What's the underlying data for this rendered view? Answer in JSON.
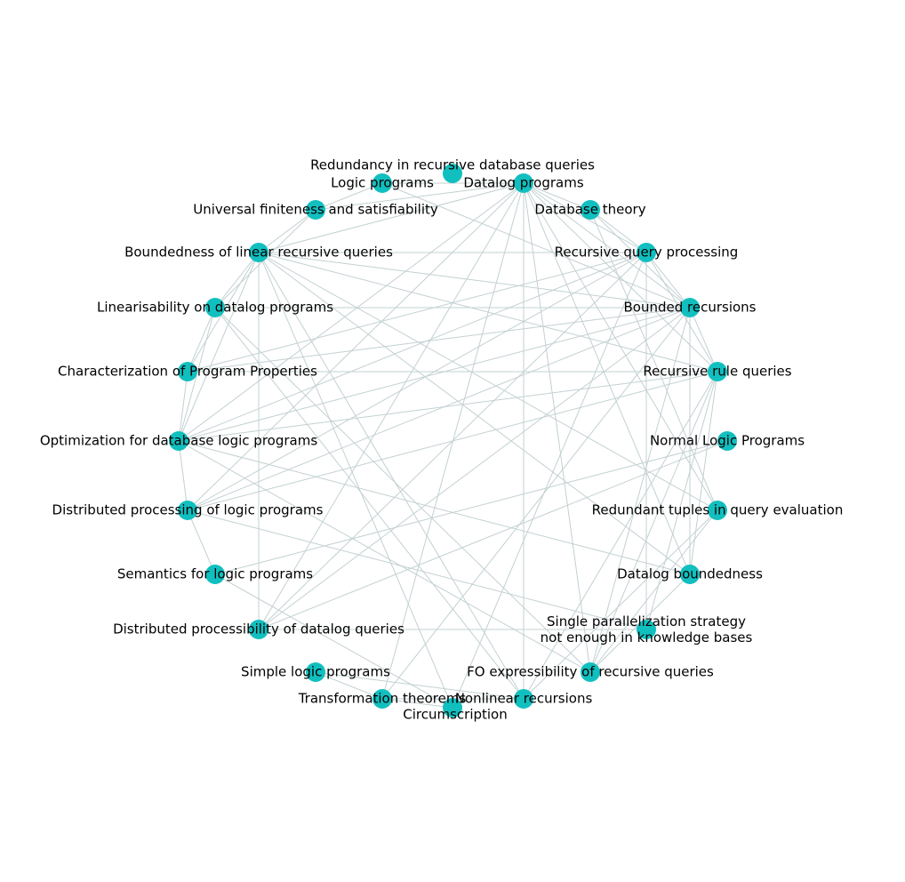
{
  "graph": {
    "node_color": "#11bfbf",
    "edge_color": "#c3d0d2",
    "label_color": "#000000",
    "nodes": [
      {
        "id": "redundancy",
        "label": "Redundancy in recursive database queries"
      },
      {
        "id": "datalog",
        "label": "Datalog programs"
      },
      {
        "id": "dbtheory",
        "label": "Database theory"
      },
      {
        "id": "rqp",
        "label": "Recursive query processing"
      },
      {
        "id": "bounded",
        "label": "Bounded recursions"
      },
      {
        "id": "rrq",
        "label": "Recursive rule queries"
      },
      {
        "id": "nlp",
        "label": "Normal Logic Programs"
      },
      {
        "id": "rtqe",
        "label": "Redundant tuples in query evaluation"
      },
      {
        "id": "dbound",
        "label": "Datalog boundedness"
      },
      {
        "id": "single",
        "label": [
          "Single parallelization strategy",
          "not enough in knowledge bases"
        ]
      },
      {
        "id": "fo",
        "label": "FO expressibility of recursive queries"
      },
      {
        "id": "nonlinear",
        "label": "Nonlinear recursions"
      },
      {
        "id": "circ",
        "label": "Circumscription"
      },
      {
        "id": "transf",
        "label": "Transformation theorems"
      },
      {
        "id": "simple",
        "label": "Simple logic programs"
      },
      {
        "id": "dpdq",
        "label": "Distributed processibility of datalog queries"
      },
      {
        "id": "semantics",
        "label": "Semantics for logic programs"
      },
      {
        "id": "dplp",
        "label": "Distributed processing of logic programs"
      },
      {
        "id": "optim",
        "label": "Optimization for database logic programs"
      },
      {
        "id": "charact",
        "label": "Characterization of Program Properties"
      },
      {
        "id": "linear",
        "label": "Linearisability on datalog programs"
      },
      {
        "id": "blrq",
        "label": "Boundedness of linear recursive queries"
      },
      {
        "id": "univ",
        "label": "Universal finiteness and satisfiability"
      },
      {
        "id": "logic",
        "label": "Logic programs"
      }
    ],
    "edges": [
      [
        "datalog",
        "logic"
      ],
      [
        "datalog",
        "dbtheory"
      ],
      [
        "datalog",
        "rqp"
      ],
      [
        "datalog",
        "bounded"
      ],
      [
        "datalog",
        "rrq"
      ],
      [
        "datalog",
        "rtqe"
      ],
      [
        "datalog",
        "dbound"
      ],
      [
        "datalog",
        "fo"
      ],
      [
        "datalog",
        "nonlinear"
      ],
      [
        "datalog",
        "transf"
      ],
      [
        "datalog",
        "dpdq"
      ],
      [
        "datalog",
        "dplp"
      ],
      [
        "datalog",
        "optim"
      ],
      [
        "datalog",
        "blrq"
      ],
      [
        "datalog",
        "univ"
      ],
      [
        "dbtheory",
        "bounded"
      ],
      [
        "dbtheory",
        "rqp"
      ],
      [
        "dbtheory",
        "rtqe"
      ],
      [
        "rqp",
        "bounded"
      ],
      [
        "rqp",
        "rrq"
      ],
      [
        "rqp",
        "optim"
      ],
      [
        "rqp",
        "dplp"
      ],
      [
        "rqp",
        "blrq"
      ],
      [
        "rqp",
        "circ"
      ],
      [
        "rqp",
        "charact"
      ],
      [
        "rqp",
        "dpdq"
      ],
      [
        "rqp",
        "single"
      ],
      [
        "bounded",
        "rrq"
      ],
      [
        "bounded",
        "blrq"
      ],
      [
        "bounded",
        "linear"
      ],
      [
        "bounded",
        "optim"
      ],
      [
        "bounded",
        "dbound"
      ],
      [
        "bounded",
        "fo"
      ],
      [
        "bounded",
        "dpdq"
      ],
      [
        "bounded",
        "transf"
      ],
      [
        "bounded",
        "charact"
      ],
      [
        "bounded",
        "dplp"
      ],
      [
        "rrq",
        "blrq"
      ],
      [
        "rrq",
        "charact"
      ],
      [
        "rrq",
        "optim"
      ],
      [
        "rrq",
        "nonlinear"
      ],
      [
        "rrq",
        "single"
      ],
      [
        "rrq",
        "dplp"
      ],
      [
        "rrq",
        "dbound"
      ],
      [
        "rrq",
        "fo"
      ],
      [
        "nlp",
        "dpdq"
      ],
      [
        "nlp",
        "semantics"
      ],
      [
        "rtqe",
        "fo"
      ],
      [
        "rtqe",
        "blrq"
      ],
      [
        "rtqe",
        "nonlinear"
      ],
      [
        "dbound",
        "blrq"
      ],
      [
        "dbound",
        "optim"
      ],
      [
        "dbound",
        "fo"
      ],
      [
        "single",
        "dpdq"
      ],
      [
        "single",
        "dplp"
      ],
      [
        "single",
        "rqp"
      ],
      [
        "fo",
        "linear"
      ],
      [
        "fo",
        "optim"
      ],
      [
        "nonlinear",
        "blrq"
      ],
      [
        "nonlinear",
        "linear"
      ],
      [
        "nonlinear",
        "simple"
      ],
      [
        "circ",
        "transf"
      ],
      [
        "circ",
        "blrq"
      ],
      [
        "circ",
        "semantics"
      ],
      [
        "transf",
        "simple"
      ],
      [
        "transf",
        "nonlinear"
      ],
      [
        "dpdq",
        "blrq"
      ],
      [
        "dplp",
        "semantics"
      ],
      [
        "dplp",
        "optim"
      ],
      [
        "optim",
        "charact"
      ],
      [
        "optim",
        "linear"
      ],
      [
        "optim",
        "blrq"
      ],
      [
        "charact",
        "blrq"
      ],
      [
        "charact",
        "linear"
      ],
      [
        "linear",
        "blrq"
      ],
      [
        "linear",
        "univ"
      ],
      [
        "blrq",
        "univ"
      ],
      [
        "logic",
        "bounded"
      ],
      [
        "logic",
        "univ"
      ]
    ]
  }
}
